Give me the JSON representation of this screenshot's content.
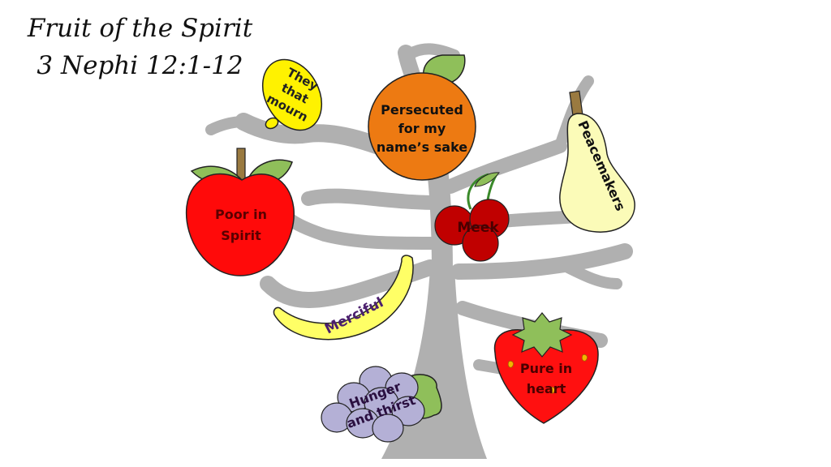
{
  "slide": {
    "title_line1": "Fruit of the Spirit",
    "title_line2": "3 Nephi 12:1-12"
  },
  "fruits": {
    "lemon": {
      "line1": "They",
      "line2": "that",
      "line3": "mourn"
    },
    "orange": {
      "line1": "Persecuted",
      "line2": "for my",
      "line3": "name’s sake"
    },
    "pear": {
      "label": "Peacemakers"
    },
    "apple": {
      "line1": "Poor in",
      "line2": "Spirit"
    },
    "cherries": {
      "label": "Meek"
    },
    "banana": {
      "label": "Merciful"
    },
    "grapes": {
      "line1": "Hunger",
      "line2": "and thirst"
    },
    "strawberry": {
      "line1": "Pure in",
      "line2": "heart"
    }
  },
  "colors": {
    "tree": "#b0b0b0",
    "leaf": "#8fbf5a",
    "lemon": "#fff200",
    "orange": "#ed7a12",
    "pear": "#fbfbb8",
    "apple": "#ff0a0a",
    "cherries": "#c00000",
    "banana": "#ffff66",
    "grapes": "#b4b0d6",
    "strawberry": "#ff1010",
    "seed": "#f4b400",
    "text_dark": "#7a1010",
    "text_purple": "#4b1f6e"
  }
}
